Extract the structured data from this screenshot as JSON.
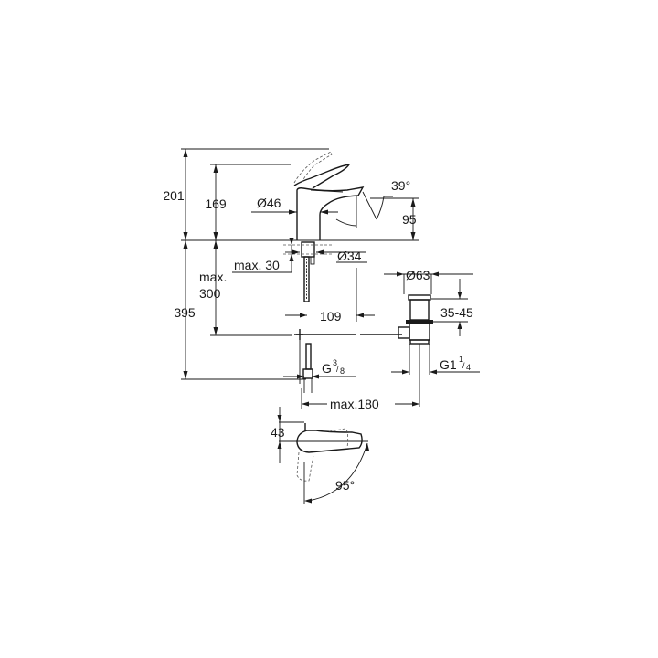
{
  "dimensions": {
    "total_height": "201",
    "spout_height": "169",
    "body_diameter": "Ø46",
    "spout_angle": "39°",
    "spout_outlet_height": "95",
    "hole_diameter": "Ø34",
    "max_deck_thickness": "max. 30",
    "max_below_line1": "max.",
    "max_below_line2": "300",
    "below_deck": "395",
    "projection": "109",
    "drain_diameter": "Ø63",
    "drain_range": "35-45",
    "drain_thread_main": "G1",
    "drain_thread_num": "1",
    "drain_thread_den": "4",
    "hose_thread_main": "G",
    "hose_thread_num": "3",
    "hose_thread_den": "8",
    "max_rod": "max.180",
    "lever_offset": "43",
    "lever_rotation": "95°"
  },
  "colors": {
    "line": "#1a1a1a",
    "background": "#ffffff"
  }
}
